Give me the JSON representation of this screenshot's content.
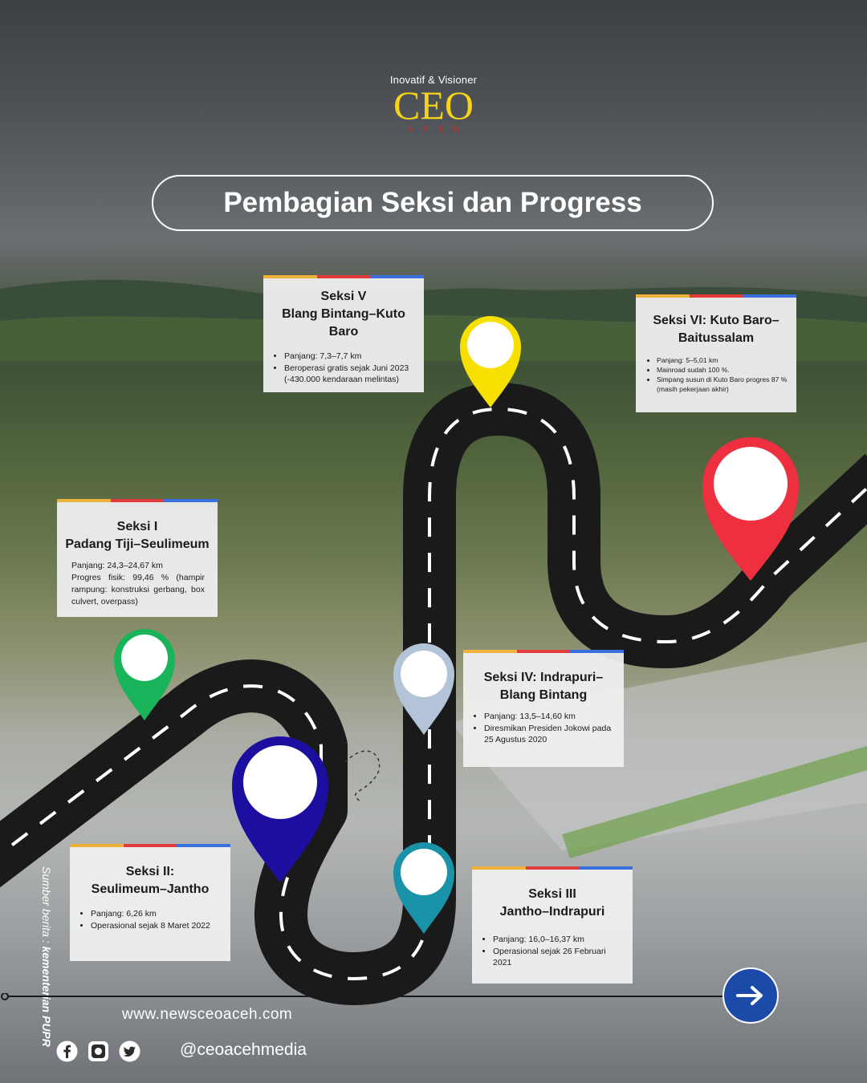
{
  "logo": {
    "tagline": "Inovatif & Visioner",
    "name": "CEO",
    "subname": "ACEH"
  },
  "title": "Pembagian Seksi dan Progress",
  "source": {
    "label": "Sumber berita :",
    "name": "kementerian PUPR"
  },
  "sections": [
    {
      "title_line1": "Seksi V",
      "title_line2": "Blang Bintang–Kuto Baro",
      "bullets": [
        "Panjang: 7,3–7,7 km",
        "Beroperasi gratis sejak Juni 2023 (-430.000 kendaraan melintas)"
      ]
    },
    {
      "title_line1": "Seksi VI: Kuto Baro–",
      "title_line2": "Baitussalam",
      "bullets": [
        "Panjang: 5–5,01 km",
        "Mainroad sudah 100 %.",
        "Simpang susun di Kuto Baro progres 87 % (masih pekerjaan akhir)"
      ]
    },
    {
      "title_line1": "Seksi I",
      "title_line2": "Padang Tiji–Seulimeum",
      "lines": [
        "Panjang: 24,3–24,67 km",
        "Progres fisik: 99,46 % (hampir rampung: konstruksi gerbang, box culvert, overpass)"
      ]
    },
    {
      "title_line1": "Seksi IV: Indrapuri–",
      "title_line2": "Blang Bintang",
      "bullets": [
        "Panjang: 13,5–14,60 km",
        "Diresmikan Presiden Jokowi pada 25 Agustus 2020"
      ]
    },
    {
      "title_line1": "Seksi II:",
      "title_line2": "Seulimeum–Jantho",
      "bullets": [
        "Panjang: 6,26 km",
        "Operasional sejak 8 Maret 2022"
      ]
    },
    {
      "title_line1": "Seksi III",
      "title_line2": "Jantho–Indrapuri",
      "bullets": [
        "Panjang: 16,0–16,37 km",
        "Operasional sejak 26 Februari 2021"
      ]
    }
  ],
  "pins": [
    {
      "name": "pin-seksi-v",
      "color": "#f7e000"
    },
    {
      "name": "pin-seksi-vi",
      "color": "#ee2f3f"
    },
    {
      "name": "pin-seksi-i",
      "color": "#19b35a"
    },
    {
      "name": "pin-seksi-iv",
      "color": "#b3c4d8"
    },
    {
      "name": "pin-seksi-ii",
      "color": "#1c0e9e"
    },
    {
      "name": "pin-seksi-iii",
      "color": "#1a93a8"
    }
  ],
  "footer": {
    "website": "www.newsceoaceh.com",
    "handle": "@ceoacehmedia"
  },
  "icons": [
    "facebook-icon",
    "instagram-icon",
    "twitter-icon",
    "arrow-right-icon"
  ]
}
